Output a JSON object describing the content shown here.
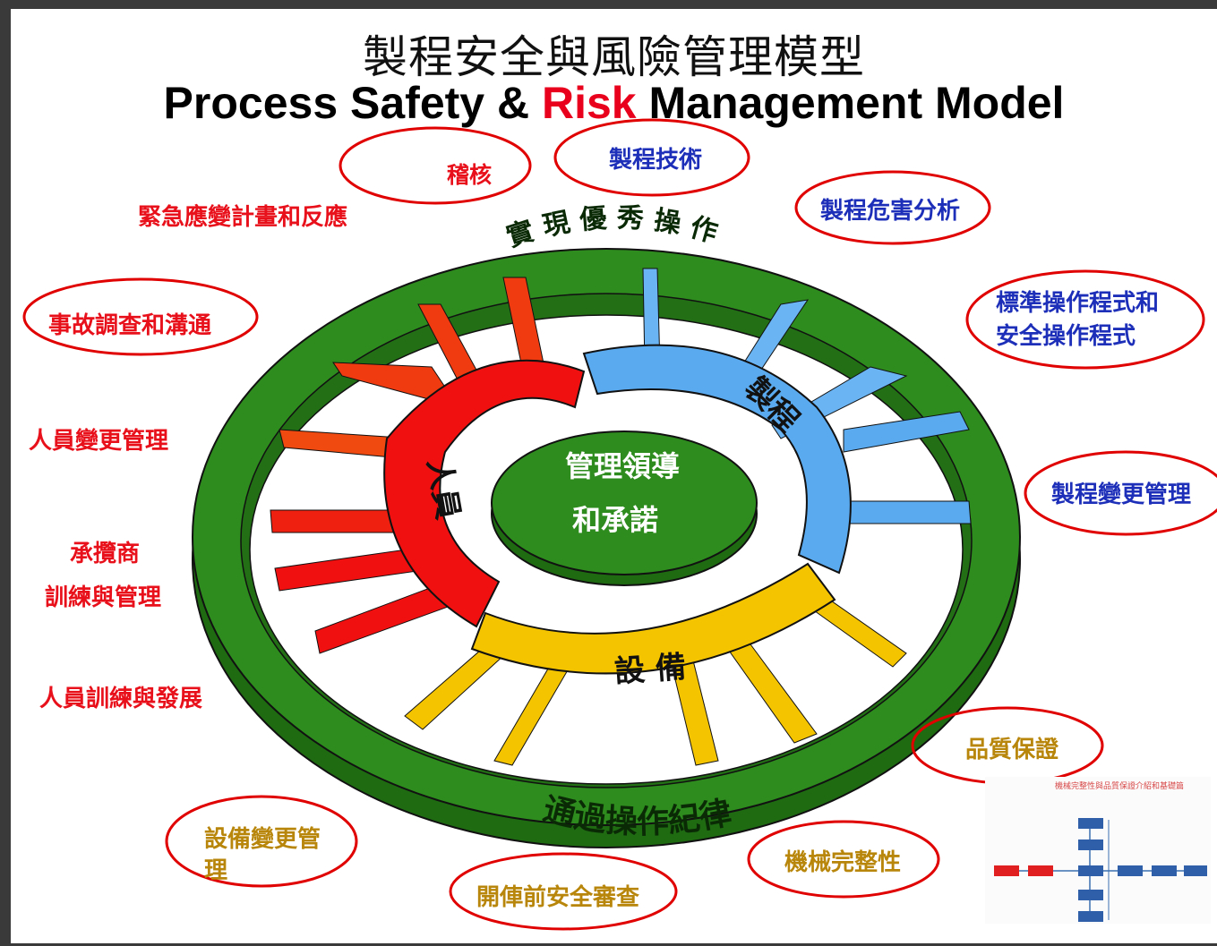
{
  "title": {
    "zh": "製程安全與風險管理模型",
    "en_pre": "Process Safety & ",
    "en_risk": "Risk",
    "en_post": " Management Model"
  },
  "ring": {
    "top_text": "實 現 優 秀 操 作",
    "bottom_text": "通過操作紀律",
    "center_line1": "管理領導",
    "center_line2": "和承諾"
  },
  "segments": {
    "people": "人員",
    "process": "製程",
    "equipment": "設 備"
  },
  "elements": {
    "audit": "稽核",
    "process_technology": "製程技術",
    "process_hazard_analysis": "製程危害分析",
    "sop_line1": "標準操作程式和",
    "sop_line2": "安全操作程式",
    "process_moc": "製程變更管理",
    "quality_assurance": "品質保證",
    "mechanical_integrity": "機械完整性",
    "pssr": "開俥前安全審查",
    "equipment_moc_line1": "設備變更管",
    "equipment_moc_line2": "理",
    "personnel_training": "人員訓練與發展",
    "contractor_line1": "承攬商",
    "contractor_line2": "訓練與管理",
    "personnel_moc": "人員變更管理",
    "incident_investigation": "事故調查和溝通",
    "emergency_response": "緊急應變計畫和反應"
  },
  "thumbnail": {
    "caption": "機械完整性與品質保證介紹和基礎篇"
  },
  "colors": {
    "ring_green": "#2e8b1e",
    "people_red": "#f01010",
    "process_blue": "#5aaaf0",
    "equipment_yellow": "#f5c400",
    "label_red": "#e8101a",
    "label_blue": "#1d2fb8",
    "label_gold": "#b8860b",
    "oval_red": "#e00000"
  }
}
